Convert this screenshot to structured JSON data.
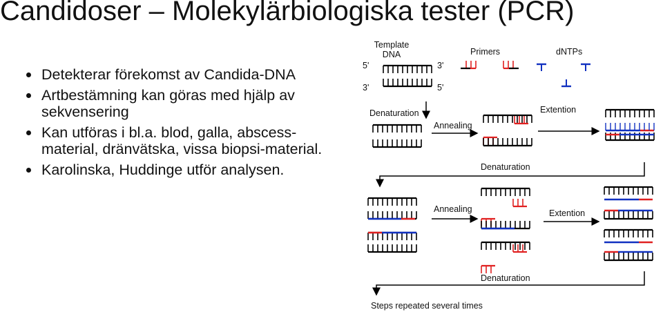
{
  "slide": {
    "title": "Candidoser – Molekylärbiologiska tester (PCR)",
    "bullets": [
      "Detekterar förekomst av Candida-DNA",
      "Artbestämning kan göras med hjälp av sekvensering",
      "Kan utföras i bl.a. blod, galla, abscess-material, dränvätska, vissa biopsi-material.",
      "Karolinska, Huddinge utför analysen."
    ]
  },
  "diagram": {
    "template_dna": "Template\nDNA",
    "primers": "Primers",
    "dntps": "dNTPs",
    "five_prime": "5'",
    "three_prime": "3'",
    "denaturation": "Denaturation",
    "annealing": "Annealing",
    "extention": "Extention",
    "steps_repeated": "Steps repeated several times",
    "colors": {
      "dna": "#000000",
      "primer": "#e02020",
      "dntp": "#1030c0"
    }
  }
}
